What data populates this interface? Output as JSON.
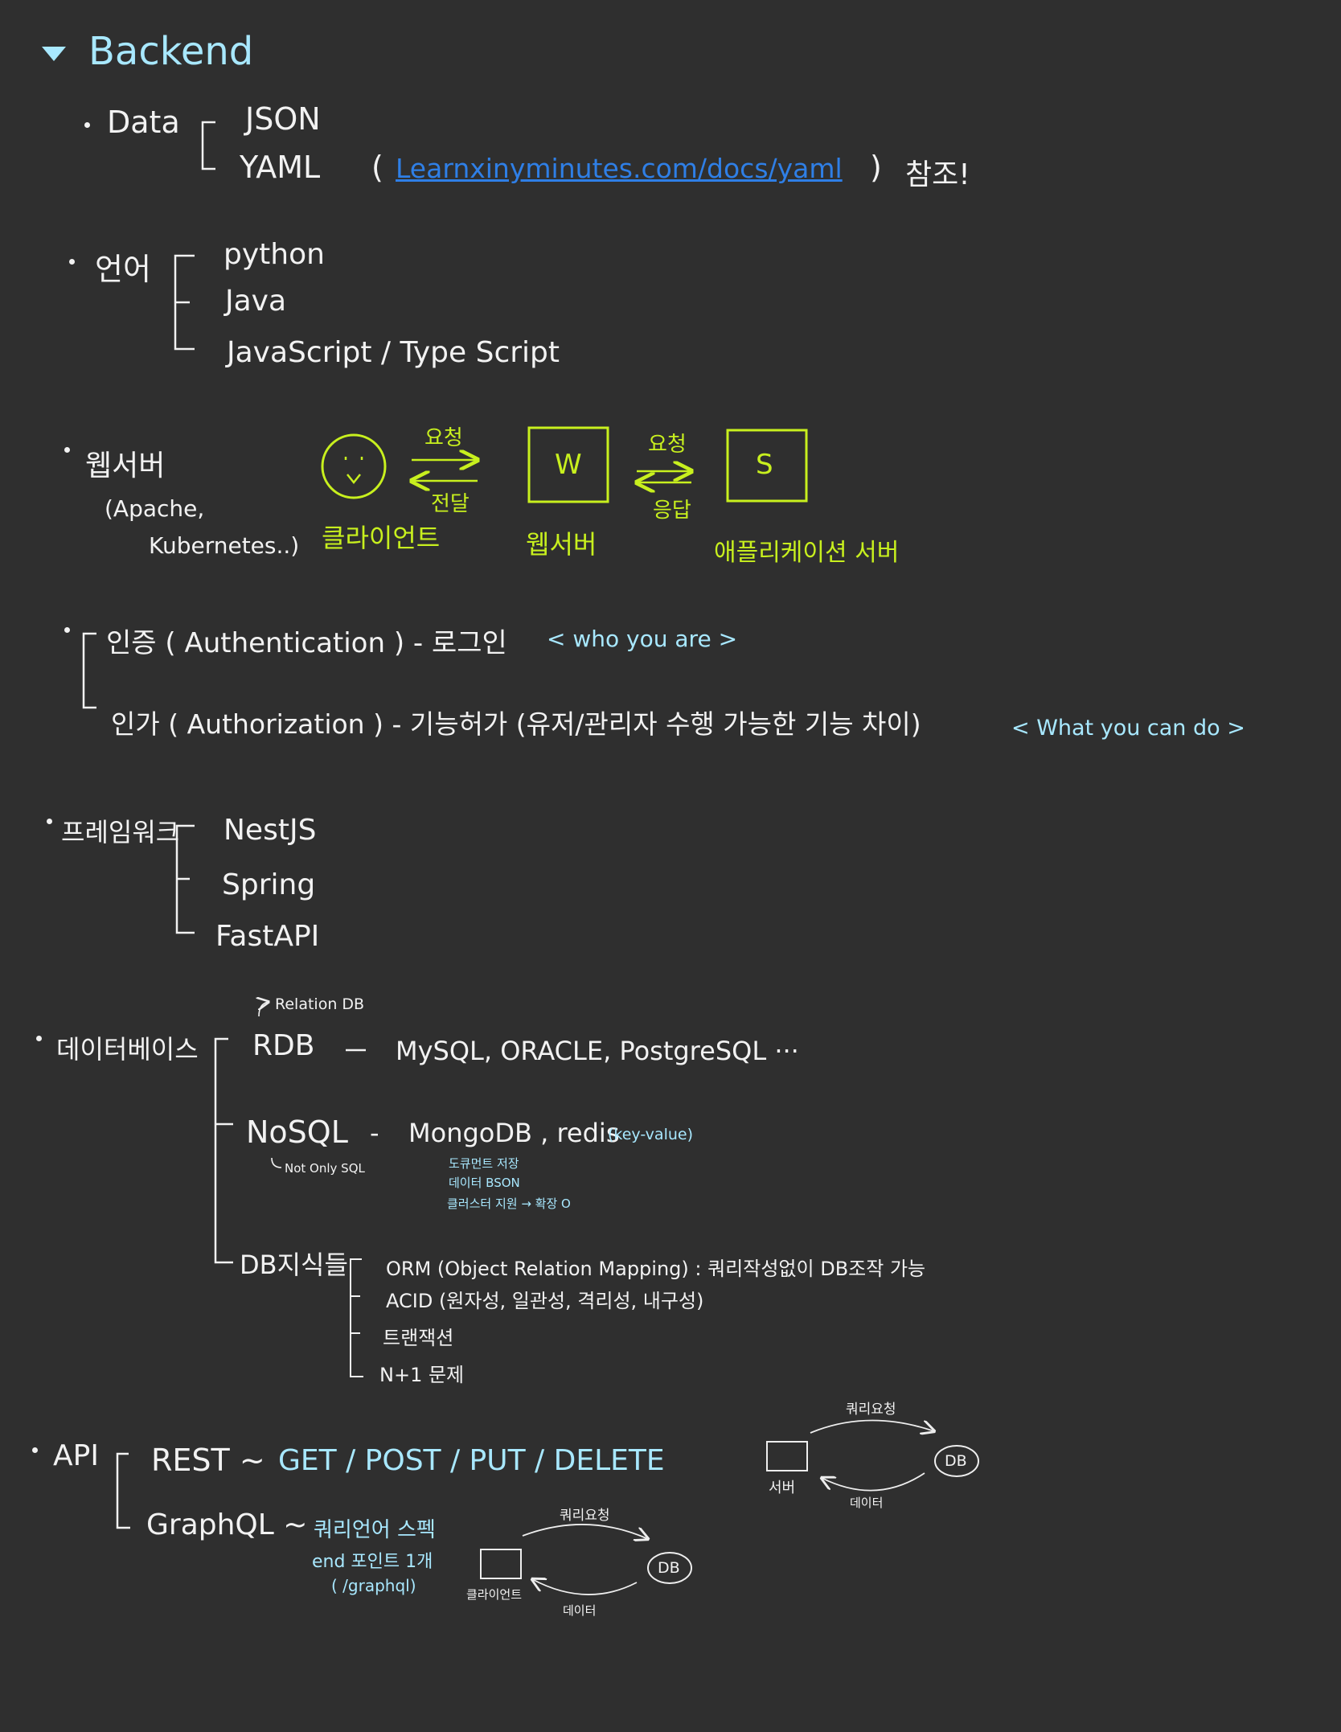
{
  "header": {
    "title": "Backend",
    "toggle_icon": "triangle-down-icon"
  },
  "data_section": {
    "label": "Data",
    "items": [
      "JSON",
      "YAML"
    ],
    "paren_open": "(",
    "link_text": "Learnxinyminutes.com/docs/yaml",
    "paren_close": ")",
    "note": "참조!"
  },
  "language_section": {
    "label": "언어",
    "items": [
      "python",
      "Java",
      "JavaScript / Type Script"
    ]
  },
  "webserver_section": {
    "label": "웹서버",
    "examples_line1": "(Apache,",
    "examples_line2": "Kubernetes..)",
    "request1": "요청",
    "deliver": "전달",
    "request2": "요청",
    "response": "응답",
    "w_box": "W",
    "s_box": "S",
    "client_label": "클라이언트",
    "webserver_label": "웹서버",
    "appserver_label": "애플리케이션 서버"
  },
  "auth_section": {
    "authentication": "인증 ( Authentication ) - 로그인",
    "authentication_note": "< who you are >",
    "authorization": "인가 ( Authorization ) - 기능허가 (유저/관리자 수행 가능한 기능 차이)",
    "authorization_note": "< What you can do >"
  },
  "framework_section": {
    "label": "프레임워크",
    "items": [
      "NestJS",
      "Spring",
      "FastAPI"
    ]
  },
  "database_section": {
    "label": "데이터베이스",
    "rdb_note": "Relation DB",
    "rdb": "RDB",
    "rdb_dash": "—",
    "rdb_examples": "MySQL, ORACLE, PostgreSQL ···",
    "nosql": "NoSQL",
    "nosql_note": "Not Only SQL",
    "nosql_dash": "-",
    "nosql_examples": "MongoDB ,  redis",
    "redis_note": "(key-value)",
    "mongo_notes": [
      "도큐먼트 저장",
      "데이터 BSON",
      "클러스터 지원 → 확장 O"
    ],
    "knowledge_label": "DB지식들",
    "knowledge_items": [
      "ORM (Object Relation Mapping) : 쿼리작성없이 DB조작 가능",
      "ACID (원자성, 일관성, 격리성, 내구성)",
      "트랜잭션",
      "N+1 문제"
    ]
  },
  "api_section": {
    "label": "API",
    "rest": "REST ~",
    "rest_methods": "GET / POST / PUT / DELETE",
    "graphql": "GraphQL ~",
    "graphql_notes": [
      "쿼리언어 스펙",
      "end 포인트 1개",
      "( /graphql)"
    ],
    "rest_diagram": {
      "request": "쿼리요청",
      "db": "DB",
      "server": "서버",
      "data": "데이터"
    },
    "graphql_diagram": {
      "request": "쿼리요청",
      "db": "DB",
      "client": "클라이언트",
      "data": "데이터"
    }
  }
}
